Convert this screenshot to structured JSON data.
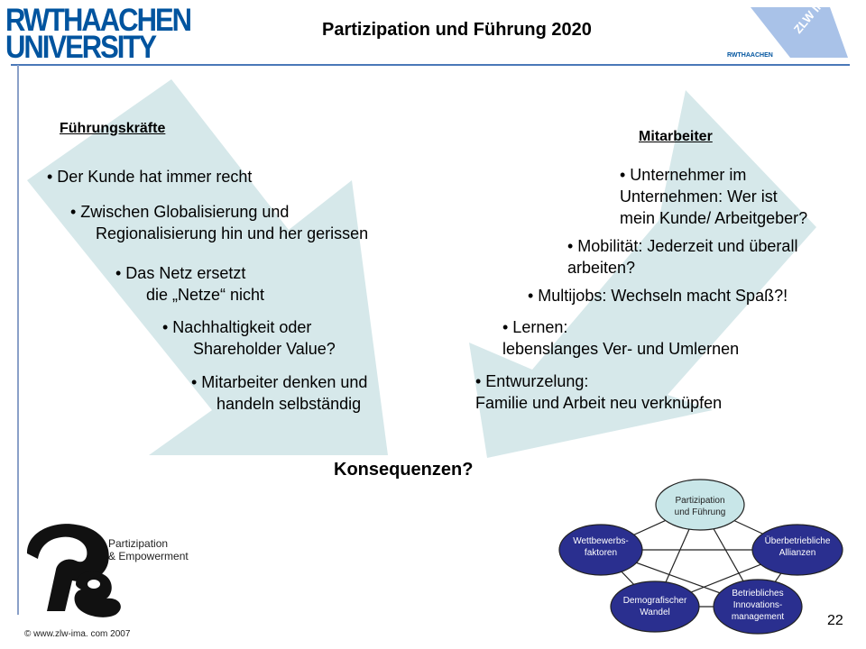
{
  "header": {
    "logo_line1": "RWTHAACHEN",
    "logo_line2": "UNIVERSITY",
    "title": "Partizipation und Führung 2020",
    "zlw_logo_text": "ZLW IMA",
    "zlw_logo_sub": "RWTHAACHEN"
  },
  "left": {
    "heading": "Führungskräfte",
    "items": [
      {
        "line1": "•  Der Kunde hat immer recht"
      },
      {
        "line1": "•  Zwischen Globalisierung und",
        "line2": "Regionalisierung hin und her gerissen"
      },
      {
        "line1": "•  Das Netz ersetzt",
        "line2": "die „Netze“ nicht"
      },
      {
        "line1": "•   Nachhaltigkeit oder",
        "line2": "Shareholder Value?"
      },
      {
        "line1": "•  Mitarbeiter denken und",
        "line2": "handeln selbständig"
      }
    ]
  },
  "right": {
    "heading": "Mitarbeiter",
    "items": [
      {
        "line1": "•  Unternehmer im",
        "line2": "Unternehmen: Wer ist",
        "line3": "mein Kunde/ Arbeitgeber?"
      },
      {
        "line1": "•  Mobilität: Jederzeit und überall",
        "line2": "arbeiten?"
      },
      {
        "line1": "•  Multijobs: Wechseln macht Spaß?!"
      },
      {
        "line1": "•  Lernen:",
        "line2": "lebenslanges Ver- und Umlernen"
      },
      {
        "line1": "•  Entwurzelung:",
        "line2": "Familie und Arbeit neu verknüpfen"
      }
    ]
  },
  "konsequenzen": "Konsequenzen?",
  "pe_logo": {
    "line1": "Partizipation",
    "line2": "& Empowerment"
  },
  "diagram": {
    "nodes": [
      {
        "line1": "Partizipation",
        "line2": "und Führung"
      },
      {
        "line1": "Wettbewerbs-",
        "line2": "faktoren"
      },
      {
        "line1": "Überbetriebliche",
        "line2": "Allianzen"
      },
      {
        "line1": "Demografischer",
        "line2": "Wandel"
      },
      {
        "line1": "Betriebliches",
        "line2": "Innovations-",
        "line3": "management"
      }
    ]
  },
  "footer": {
    "copyright": "© www.zlw-ima. com 2007",
    "page_number": "22"
  },
  "colors": {
    "brand_blue": "#00549f",
    "arrow_fill": "#d6e8ea",
    "node_dark": "#2a2f8f",
    "node_light": "#c8e6e8"
  }
}
